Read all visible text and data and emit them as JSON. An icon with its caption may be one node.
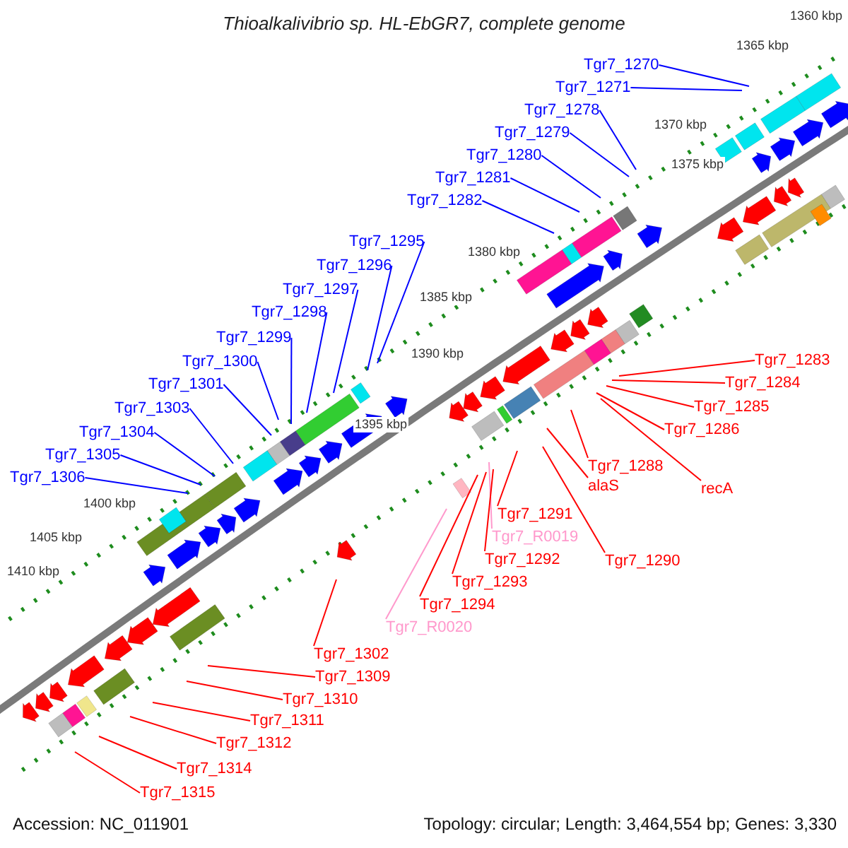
{
  "diagram": {
    "title": "Thioalkalivibrio sp. HL-EbGR7, complete genome",
    "nodes": [
      {
        "text": [
          "Tgr7_1270"
        ]
      },
      {
        "text": [
          "Tgr7_1271"
        ]
      },
      {
        "text": [
          "Tgr7_1278"
        ]
      },
      {
        "text": [
          "Tgr7_1279"
        ]
      },
      {
        "text": [
          "Tgr7_1280"
        ]
      },
      {
        "text": [
          "Tgr7_1281"
        ]
      },
      {
        "text": [
          "Tgr7_1282"
        ]
      },
      {
        "text": [
          "Tgr7_1295"
        ]
      },
      {
        "text": [
          "Tgr7_1296"
        ]
      },
      {
        "text": [
          "Tgr7_1297"
        ]
      },
      {
        "text": [
          "Tgr7_1298"
        ]
      },
      {
        "text": [
          "Tgr7_1299"
        ]
      },
      {
        "text": [
          "Tgr7_1300"
        ]
      },
      {
        "text": [
          "Tgr7_1301"
        ]
      },
      {
        "text": [
          "Tgr7_1303"
        ]
      },
      {
        "text": [
          "Tgr7_1304"
        ]
      },
      {
        "text": [
          "Tgr7_1305"
        ]
      },
      {
        "text": [
          "Tgr7_1306"
        ]
      },
      {
        "text": [
          "Tgr7_1283"
        ]
      },
      {
        "text": [
          "Tgr7_1284"
        ]
      },
      {
        "text": [
          "Tgr7_1285"
        ]
      },
      {
        "text": [
          "Tgr7_1286"
        ]
      },
      {
        "text": [
          "Tgr7_1288"
        ]
      },
      {
        "text": [
          "recA"
        ]
      },
      {
        "text": [
          "alaS"
        ]
      },
      {
        "text": [
          "Tgr7_1291"
        ]
      },
      {
        "text": [
          "Tgr7_R0019"
        ]
      },
      {
        "text": [
          "Tgr7_1290"
        ]
      },
      {
        "text": [
          "Tgr7_1292"
        ]
      },
      {
        "text": [
          "Tgr7_1293"
        ]
      },
      {
        "text": [
          "Tgr7_1294"
        ]
      },
      {
        "text": [
          "Tgr7_R0020"
        ]
      },
      {
        "text": [
          "Tgr7_1302"
        ]
      },
      {
        "text": [
          "Tgr7_1309"
        ]
      },
      {
        "text": [
          "Tgr7_1310"
        ]
      },
      {
        "text": [
          "Tgr7_1311"
        ]
      },
      {
        "text": [
          "Tgr7_1312"
        ]
      },
      {
        "text": [
          "Tgr7_1314"
        ]
      },
      {
        "text": [
          "Tgr7_1315"
        ]
      }
    ],
    "edges": [
      {
        "from": 0,
        "to": null,
        "arrow": "none",
        "color": "#0000ff"
      },
      {
        "from": 1,
        "to": null,
        "arrow": "none",
        "color": "#0000ff"
      },
      {
        "from": 2,
        "to": null,
        "arrow": "none",
        "color": "#0000ff"
      },
      {
        "from": 3,
        "to": null,
        "arrow": "none",
        "color": "#0000ff"
      },
      {
        "from": 4,
        "to": null,
        "arrow": "none",
        "color": "#0000ff"
      },
      {
        "from": 5,
        "to": null,
        "arrow": "none",
        "color": "#0000ff"
      },
      {
        "from": 6,
        "to": null,
        "arrow": "none",
        "color": "#0000ff"
      },
      {
        "from": 7,
        "to": null,
        "arrow": "none",
        "color": "#0000ff"
      },
      {
        "from": 8,
        "to": null,
        "arrow": "none",
        "color": "#0000ff"
      },
      {
        "from": 9,
        "to": null,
        "arrow": "none",
        "color": "#0000ff"
      },
      {
        "from": 10,
        "to": null,
        "arrow": "none",
        "color": "#0000ff"
      },
      {
        "from": 11,
        "to": null,
        "arrow": "none",
        "color": "#0000ff"
      },
      {
        "from": 12,
        "to": null,
        "arrow": "none",
        "color": "#0000ff"
      },
      {
        "from": 13,
        "to": null,
        "arrow": "none",
        "color": "#0000ff"
      },
      {
        "from": 14,
        "to": null,
        "arrow": "none",
        "color": "#0000ff"
      },
      {
        "from": 15,
        "to": null,
        "arrow": "none",
        "color": "#0000ff"
      },
      {
        "from": 16,
        "to": null,
        "arrow": "none",
        "color": "#0000ff"
      },
      {
        "from": 17,
        "to": null,
        "arrow": "none",
        "color": "#0000ff"
      },
      {
        "from": 18,
        "to": null,
        "arrow": "none"
      },
      {
        "from": 19,
        "to": null,
        "arrow": "none"
      },
      {
        "from": 20,
        "to": null,
        "arrow": "none"
      },
      {
        "from": 21,
        "to": null,
        "arrow": "none"
      },
      {
        "from": 22,
        "to": null,
        "arrow": "none"
      },
      {
        "from": 23,
        "to": null,
        "arrow": "none"
      },
      {
        "from": 24,
        "to": null,
        "arrow": "none"
      },
      {
        "from": 25,
        "to": null,
        "arrow": "none"
      },
      {
        "from": 26,
        "to": null,
        "arrow": "none",
        "color": "#ff99cc"
      },
      {
        "from": 27,
        "to": null,
        "arrow": "none"
      },
      {
        "from": 28,
        "to": null,
        "arrow": "none"
      },
      {
        "from": 29,
        "to": null,
        "arrow": "none"
      },
      {
        "from": 30,
        "to": null,
        "arrow": "none"
      },
      {
        "from": 31,
        "to": null,
        "arrow": "none",
        "color": "#ff99cc"
      },
      {
        "from": 32,
        "to": null,
        "arrow": "none"
      },
      {
        "from": 33,
        "to": null,
        "arrow": "none"
      },
      {
        "from": 34,
        "to": null,
        "arrow": "none"
      },
      {
        "from": 35,
        "to": null,
        "arrow": "none"
      },
      {
        "from": 36,
        "to": null,
        "arrow": "none"
      },
      {
        "from": 37,
        "to": null,
        "arrow": "none"
      },
      {
        "from": 38,
        "to": null,
        "arrow": "none"
      }
    ],
    "labels": [
      "1360 kbp",
      "1365 kbp",
      "1370 kbp",
      "1375 kbp",
      "1380 kbp",
      "1385 kbp",
      "1390 kbp",
      "1395 kbp",
      "1400 kbp",
      "1405 kbp",
      "1410 kbp",
      "Accession: NC_011901",
      "Topology: circular; Length: 3,464,554 bp; Genes: 3,330"
    ]
  }
}
